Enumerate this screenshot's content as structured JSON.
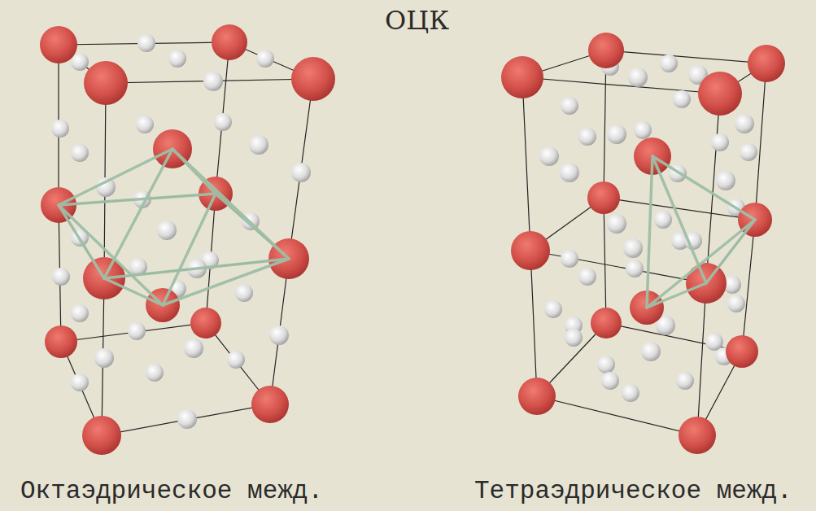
{
  "diagram": {
    "title": "ОЦК",
    "labels": [
      "Октаэдрическое межд.",
      "Тетраэдрическое межд."
    ]
  }
}
